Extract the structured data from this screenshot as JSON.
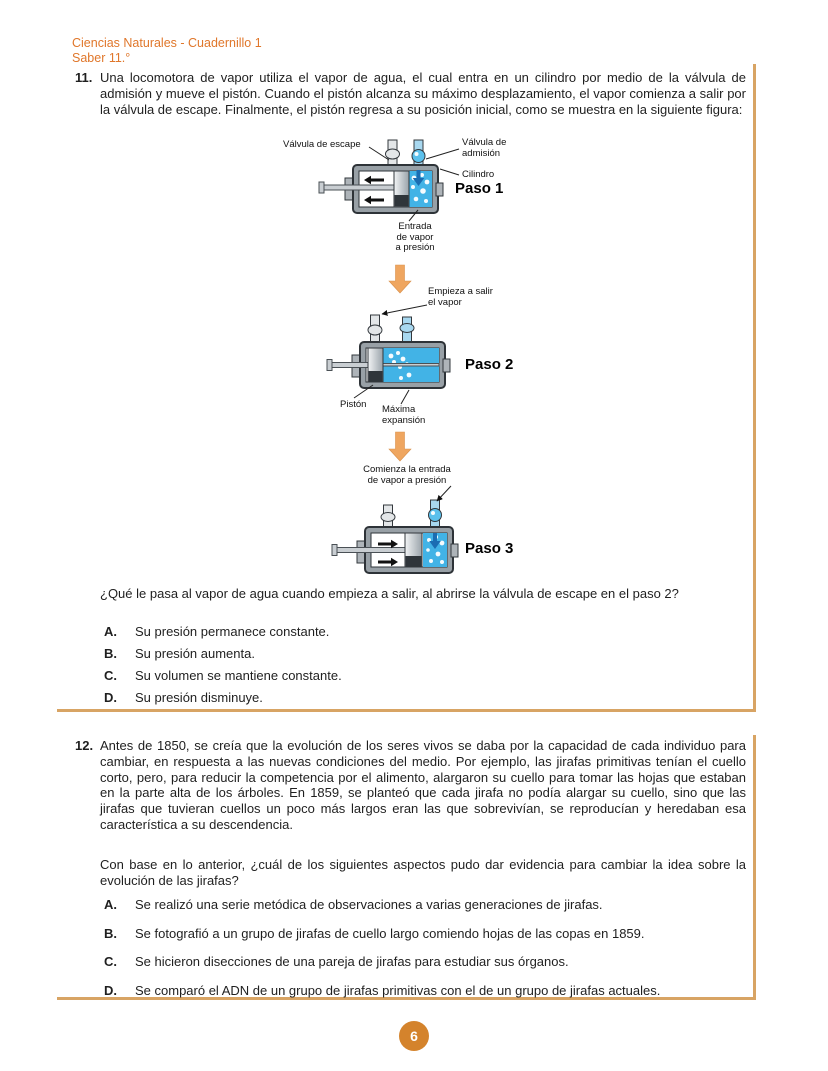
{
  "colors": {
    "accent": "#e0772b",
    "frame": "#d8a464",
    "badge": "#d4832c",
    "steam": "#42b3e6",
    "arrow": "#efa660",
    "text": "#1f1f1f"
  },
  "header": {
    "line1": "Ciencias Naturales - Cuadernillo 1",
    "line2": "Saber 11.°"
  },
  "q11": {
    "number": "11.",
    "text": "Una locomotora de vapor utiliza el vapor de agua, el cual entra en un cilindro por medio de la válvula de admisión y mueve el pistón. Cuando el pistón alcanza su máximo desplazamiento, el vapor comienza a salir por la válvula de escape. Finalmente, el pistón regresa a su posición inicial, como se muestra en la siguiente figura:",
    "prompt": "¿Qué le pasa al vapor de agua cuando empieza a salir, al abrirse la válvula de escape en el paso 2?",
    "options": [
      {
        "letter": "A.",
        "text": "Su presión permanece constante."
      },
      {
        "letter": "B.",
        "text": "Su presión aumenta."
      },
      {
        "letter": "C.",
        "text": "Su volumen se mantiene constante."
      },
      {
        "letter": "D.",
        "text": "Su presión disminuye."
      }
    ]
  },
  "diagram": {
    "labels": {
      "valvula_escape": "Válvula de escape",
      "valvula_admision": "Válvula de\nadmisión",
      "cilindro": "Cilindro",
      "paso1": "Paso 1",
      "entrada_vapor": "Entrada\nde vapor\na presión",
      "empieza_salir": "Empieza a salir\nel vapor",
      "paso2": "Paso 2",
      "piston": "Pistón",
      "maxima_expansion": "Máxima\nexpansión",
      "comienza_entrada": "Comienza la entrada\nde vapor a presión",
      "paso3": "Paso 3"
    }
  },
  "q12": {
    "number": "12.",
    "text": "Antes de 1850, se creía que la evolución de los seres vivos se daba por la capacidad de cada individuo para cambiar, en respuesta a las nuevas condiciones del medio. Por ejemplo, las jirafas primitivas tenían el cuello corto, pero, para reducir la competencia por el alimento, alargaron su cuello para tomar las hojas que estaban en la parte alta de los árboles. En 1859, se planteó que cada jirafa no podía alargar su cuello, sino que las jirafas que tuvieran cuellos un poco más largos eran las que sobrevivían, se reproducían y heredaban esa característica a su descendencia.",
    "prompt": "Con base en lo anterior, ¿cuál de los siguientes aspectos pudo dar evidencia para cambiar la idea sobre la evolución de las jirafas?",
    "options": [
      {
        "letter": "A.",
        "text": "Se realizó una serie metódica de observaciones a varias generaciones de jirafas."
      },
      {
        "letter": "B.",
        "text": "Se fotografió a un grupo de jirafas de cuello largo comiendo hojas de las copas en 1859."
      },
      {
        "letter": "C.",
        "text": "Se hicieron disecciones de una pareja de jirafas para estudiar sus órganos."
      },
      {
        "letter": "D.",
        "text": "Se comparó el ADN de un grupo de jirafas primitivas con el de un grupo de jirafas actuales."
      }
    ]
  },
  "footer": {
    "page": "6"
  }
}
